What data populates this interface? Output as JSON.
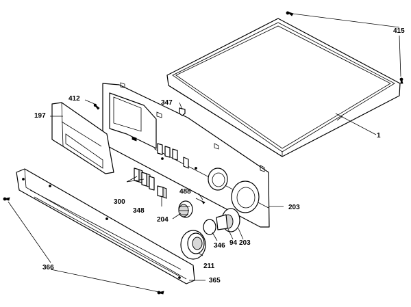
{
  "callouts": {
    "c415": "415",
    "c1": "1",
    "c347": "347",
    "c412": "412",
    "c197": "197",
    "c488": "488",
    "c300": "300",
    "c348": "348",
    "c204": "204",
    "c203a": "203",
    "c203b": "203",
    "c94": "94",
    "c346": "346",
    "c211": "211",
    "c366": "366",
    "c365": "365"
  }
}
